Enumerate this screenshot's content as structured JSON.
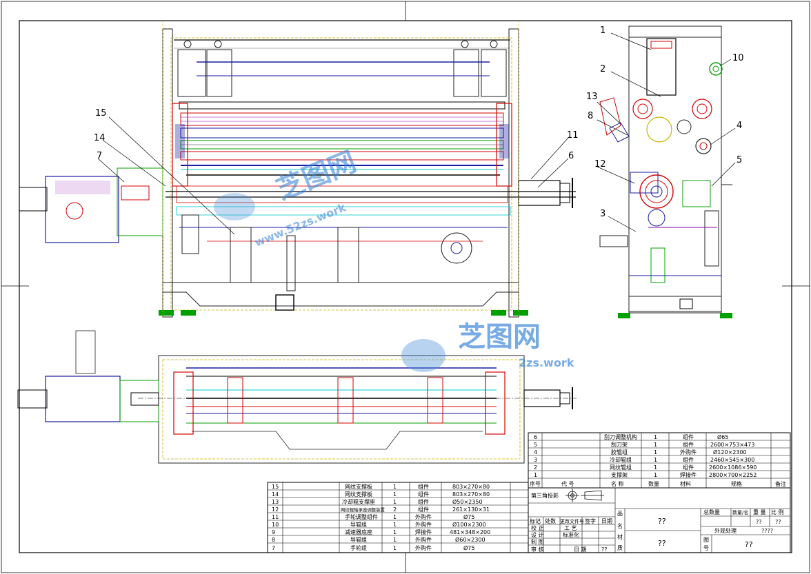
{
  "watermark": {
    "brand": "芝图网",
    "url": "www.52zs.work",
    "url_short": "2zs.work"
  },
  "callouts": [
    "1",
    "2",
    "3",
    "4",
    "5",
    "6",
    "7",
    "8",
    "10",
    "11",
    "12",
    "13",
    "14",
    "15"
  ],
  "parts_top": {
    "rows": [
      {
        "no": "6",
        "name": "刮刀调整机构",
        "qty": "1",
        "material": "组件",
        "spec": "Ø65"
      },
      {
        "no": "5",
        "name": "刮刀架",
        "qty": "1",
        "material": "组件",
        "spec": "2600×753×473"
      },
      {
        "no": "4",
        "name": "胶辊组",
        "qty": "1",
        "material": "外购件",
        "spec": "Ø120×2300"
      },
      {
        "no": "3",
        "name": "冷却辊组",
        "qty": "1",
        "material": "组件",
        "spec": "2460×545×300"
      },
      {
        "no": "2",
        "name": "网纹辊组",
        "qty": "1",
        "material": "组件",
        "spec": "2600×1086×590"
      },
      {
        "no": "1",
        "name": "支撑架",
        "qty": "1",
        "material": "焊接件",
        "spec": "2800×700×2252"
      }
    ],
    "header": {
      "no": "序号",
      "code": "代  号",
      "name": "名  称",
      "qty": "数量",
      "material": "材料",
      "spec": "规格",
      "remark": "备注"
    }
  },
  "parts_bottom": {
    "rows": [
      {
        "no": "15",
        "name": "网纹支撑板",
        "qty": "1",
        "material": "组件",
        "spec": "803×270×80"
      },
      {
        "no": "14",
        "name": "网纹支撑板",
        "qty": "1",
        "material": "组件",
        "spec": "803×270×80"
      },
      {
        "no": "13",
        "name": "冷却辊支撑座",
        "qty": "1",
        "material": "组件",
        "spec": "Ø50×2350"
      },
      {
        "no": "12",
        "name": "网纹辊轴承座调整装置",
        "qty": "2",
        "material": "组件",
        "spec": "261×130×31"
      },
      {
        "no": "11",
        "name": "手轮调整组件",
        "qty": "1",
        "material": "外购件",
        "spec": "Ø75"
      },
      {
        "no": "10",
        "name": "导辊组",
        "qty": "1",
        "material": "外购件",
        "spec": "Ø100×2300"
      },
      {
        "no": "9",
        "name": "减速器底座",
        "qty": "1",
        "material": "焊接件",
        "spec": "481×348×200"
      },
      {
        "no": "8",
        "name": "导辊组",
        "qty": "1",
        "material": "外购件",
        "spec": "Ø60×2300"
      },
      {
        "no": "7",
        "name": "手轮组",
        "qty": "1",
        "material": "外购件",
        "spec": "Ø75"
      }
    ]
  },
  "title_block": {
    "projection": "第三角投影",
    "total_qty_label": "总数量",
    "weight_label": "数量/名",
    "ratio_header": "重  量",
    "scale_label": "比  例",
    "weight_value": "??",
    "scale_value": "??",
    "surface_label": "外观处理",
    "surface_value": "????",
    "drawing_name": "??",
    "drawing_no": "??",
    "material_value": "??",
    "mark_label": "标记",
    "count_label": "处数",
    "change_label": "更改文件号",
    "sign_label": "签字",
    "date_label": "日期",
    "design_label": "设  计",
    "check_label": "校  正",
    "process_label": "工  艺",
    "std_label": "标准化",
    "draft_label": "制  图",
    "review_label": "审  核",
    "date2_label": "日  期",
    "date2_value": "??",
    "side_name": "名",
    "side_mat": "材",
    "side_qual": "质",
    "side_fig": "图",
    "side_num": "号",
    "side_pin": "品"
  }
}
